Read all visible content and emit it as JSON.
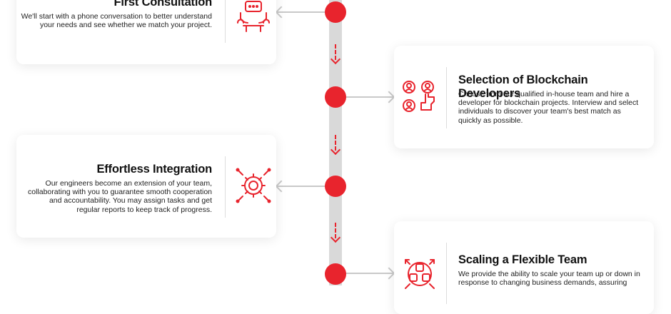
{
  "colors": {
    "accent": "#e8242d",
    "track": "#d9d9d9",
    "connector": "#c9c9c9"
  },
  "steps": [
    {
      "title": "First Consultation",
      "description": "We'll start with a phone conversation to better understand your needs and see whether we match your project.",
      "icon": "consultation-icon",
      "side": "left"
    },
    {
      "title": "Selection of Blockchain Developers",
      "description": "Choose from our qualified in-house team and hire a developer for blockchain projects. Interview and select individuals to discover your team's best match as quickly as possible.",
      "icon": "developer-selection-icon",
      "side": "right"
    },
    {
      "title": "Effortless Integration",
      "description": "Our engineers become an extension of your team, collaborating with you to guarantee smooth cooperation and accountability. You may assign tasks and get regular reports to keep track of progress.",
      "icon": "integration-gear-icon",
      "side": "left"
    },
    {
      "title": "Scaling a Flexible Team",
      "description": "We provide the ability to scale your team up or down in response to changing business demands, assuring",
      "icon": "team-scaling-icon",
      "side": "right"
    }
  ]
}
